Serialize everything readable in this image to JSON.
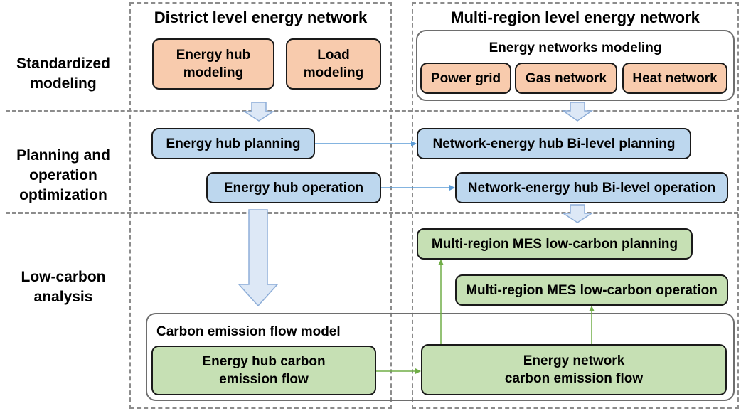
{
  "columns": {
    "left_title": "District level energy network",
    "right_title": "Multi-region  level energy network"
  },
  "rows": {
    "standardized": "Standardized modeling",
    "planning": "Planning and operation optimization",
    "lowcarbon": "Low-carbon analysis"
  },
  "left": {
    "energy_hub_modeling": "Energy hub modeling",
    "load_modeling": "Load modeling",
    "energy_hub_planning": "Energy hub planning",
    "energy_hub_operation": "Energy hub operation",
    "cef_model_title": "Carbon emission flow model",
    "energy_hub_cef": "Energy hub carbon emission flow"
  },
  "right": {
    "networks_modeling_title": "Energy networks modeling",
    "power_grid": "Power grid",
    "gas_network": "Gas network",
    "heat_network": "Heat network",
    "bilevel_planning": "Network-energy hub Bi-level planning",
    "bilevel_operation": "Network-energy hub Bi-level operation",
    "mes_planning": "Multi-region MES low-carbon planning",
    "mes_operation": "Multi-region MES low-carbon operation",
    "energy_network_cef": "Energy network carbon emission flow"
  },
  "colors": {
    "orange_fill": "#f8cbad",
    "blue_fill": "#bdd7ee",
    "green_fill": "#c6e0b4",
    "arrow_blue": "#5b9bd5",
    "arrow_green": "#70ad47",
    "dashed_gray": "#8c8c8c"
  }
}
